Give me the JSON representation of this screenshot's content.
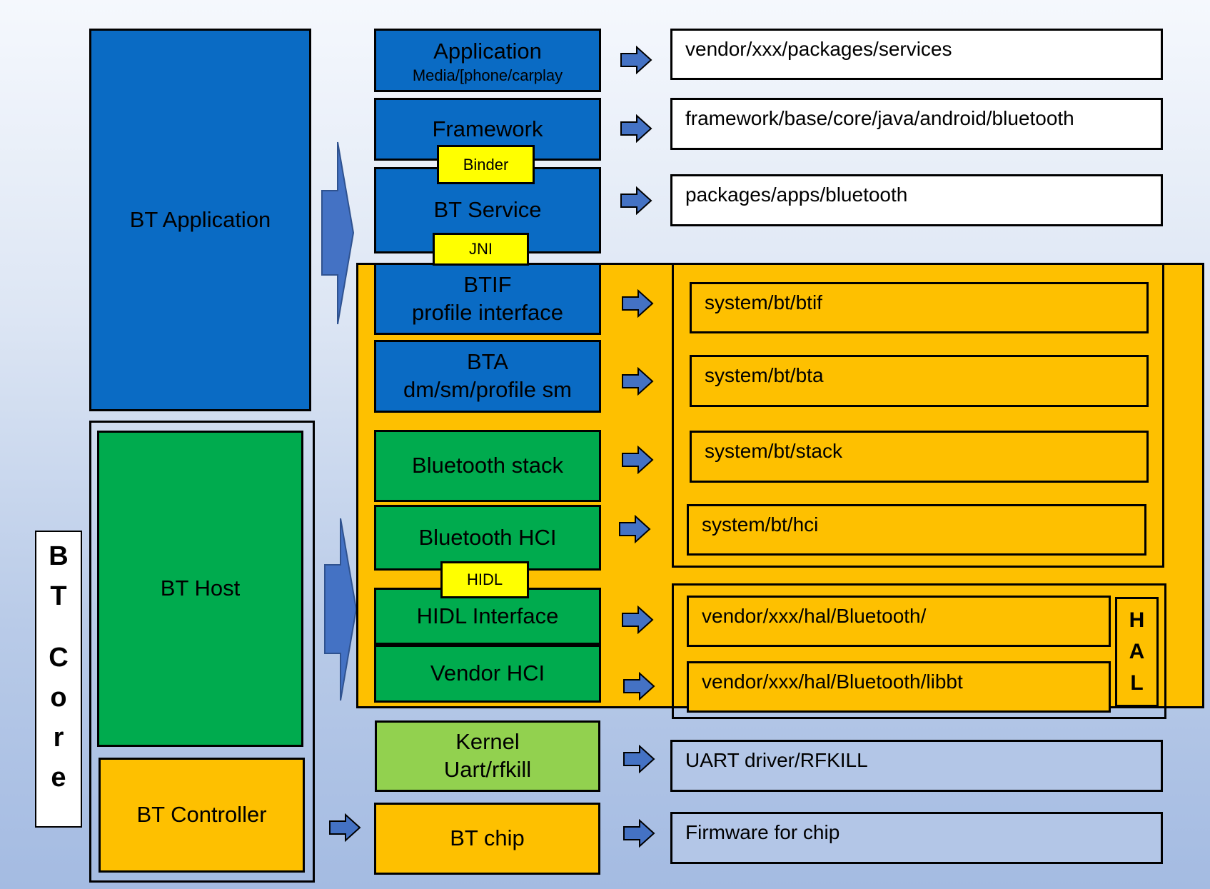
{
  "left_column": {
    "bt_application": "BT Application",
    "bt_host": "BT Host",
    "bt_controller": "BT Controller",
    "bt_core_label": [
      "B",
      "T",
      "",
      "C",
      "o",
      "r",
      "e"
    ]
  },
  "stack": {
    "application": {
      "title": "Application",
      "sub": "Media/[phone/carplay"
    },
    "framework": "Framework",
    "binder": "Binder",
    "bt_service": "BT Service",
    "jni": "JNI",
    "btif": {
      "title": "BTIF",
      "sub": "profile interface"
    },
    "bta": {
      "title": "BTA",
      "sub": "dm/sm/profile sm"
    },
    "bluetooth_stack": "Bluetooth stack",
    "bluetooth_hci": "Bluetooth HCI",
    "hidl": "HIDL",
    "hidl_interface": "HIDL Interface",
    "vendor_hci": "Vendor HCI",
    "kernel": {
      "title": "Kernel",
      "sub": "Uart/rfkill"
    },
    "bt_chip": "BT chip"
  },
  "paths": {
    "application": "vendor/xxx/packages/services",
    "framework": "framework/base/core/java/android/bluetooth",
    "bt_service": "packages/apps/bluetooth",
    "btif": "system/bt/btif",
    "bta": "system/bt/bta",
    "stack": "system/bt/stack",
    "hci": "system/bt/hci",
    "hal_bluetooth": "vendor/xxx/hal/Bluetooth/",
    "hal_libbt": "vendor/xxx/hal/Bluetooth/libbt",
    "kernel": "UART driver/RFKILL",
    "firmware": "Firmware for chip"
  },
  "hal_label": [
    "H",
    "A",
    "L"
  ],
  "colors": {
    "blue": "#0a6bc4",
    "green": "#00ab4e",
    "light_green": "#92d14f",
    "gold": "#fec000",
    "tag_yellow": "#ffff00",
    "arrow": "#4472c4"
  }
}
